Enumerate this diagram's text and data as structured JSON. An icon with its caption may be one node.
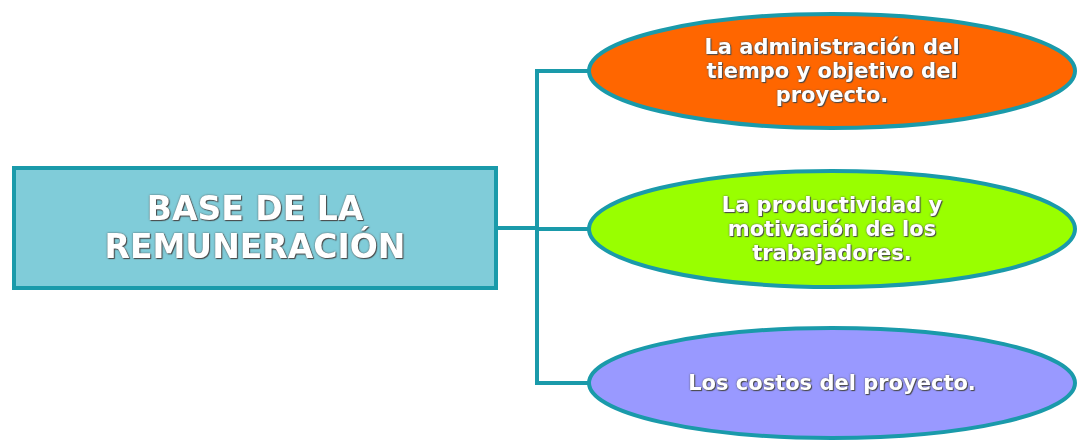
{
  "diagram": {
    "nodes": [
      {
        "text": [
          "BASE DE LA REMUNERACIÓN"
        ]
      },
      {
        "text": [
          "La administración del tiempo y objetivo del proyecto."
        ]
      },
      {
        "text": [
          "La productividad y motivación de los trabajadores."
        ]
      },
      {
        "text": [
          "Los costos del proyecto."
        ]
      }
    ],
    "edges": [
      {
        "from": 0,
        "to": 1,
        "arrow": "none"
      },
      {
        "from": 0,
        "to": 2,
        "arrow": "none"
      },
      {
        "from": 0,
        "to": 3,
        "arrow": "none"
      }
    ]
  }
}
